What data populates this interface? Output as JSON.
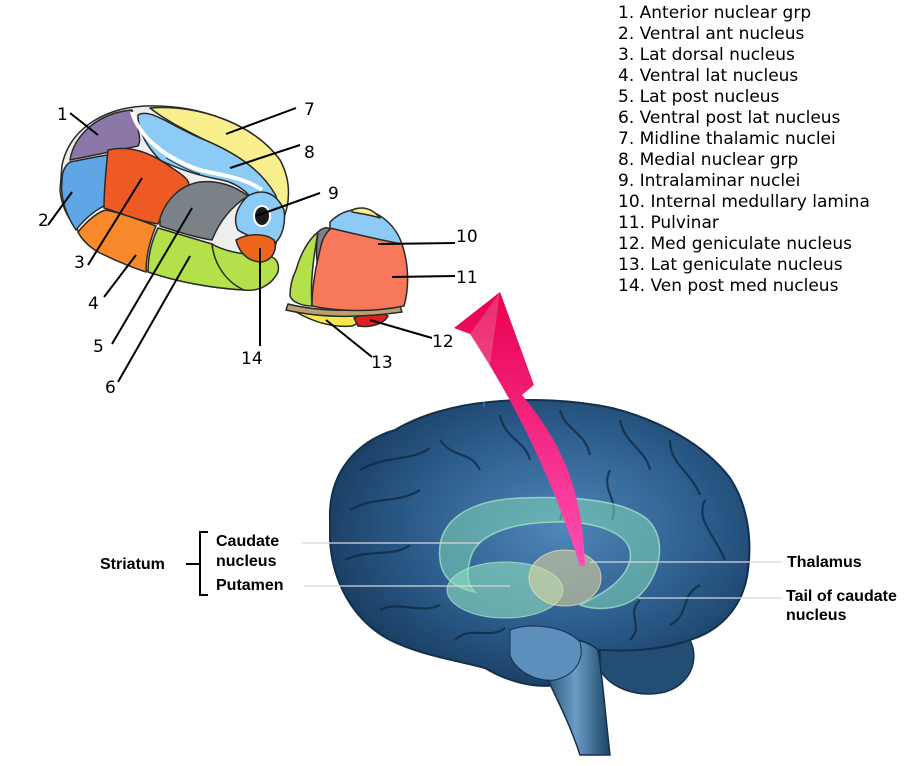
{
  "legend": {
    "items": [
      "1. Anterior nuclear grp",
      "2. Ventral ant nucleus",
      "3. Lat dorsal nucleus",
      "4. Ventral lat nucleus",
      "5. Lat post nucleus",
      "6. Ventral post lat nucleus",
      "7. Midline thalamic nuclei",
      "8. Medial nuclear grp",
      "9. Intralaminar nuclei",
      "10. Internal medullary lamina",
      "11. Pulvinar",
      "12. Med geniculate nucleus",
      "13. Lat geniculate nucleus",
      "14. Ven post med nucleus"
    ]
  },
  "callouts": [
    "1",
    "2",
    "3",
    "4",
    "5",
    "6",
    "7",
    "8",
    "9",
    "10",
    "11",
    "12",
    "13",
    "14"
  ],
  "brain_labels": {
    "striatum": "Striatum",
    "caudate_line1": "Caudate",
    "caudate_line2": "nucleus",
    "putamen": "Putamen",
    "thalamus": "Thalamus",
    "tail_line1": "Tail of caudate",
    "tail_line2": "nucleus"
  },
  "colors": {
    "anterior": "#8b78a8",
    "ventral_ant": "#5fa6e6",
    "lat_dorsal": "#ee5a24",
    "ventral_lat": "#f7892b",
    "lat_post": "#7b8287",
    "ventral_post_lat": "#b4e04a",
    "midline": "#f9ef8c",
    "medial": "#8dcbf7",
    "pulvinar": "#f7785a",
    "med_geniculate": "#e02020",
    "lat_geniculate": "#f7e84a",
    "ven_post_med": "#ee6418",
    "arrow": "#f0188c",
    "brain": "#2c5a86"
  }
}
